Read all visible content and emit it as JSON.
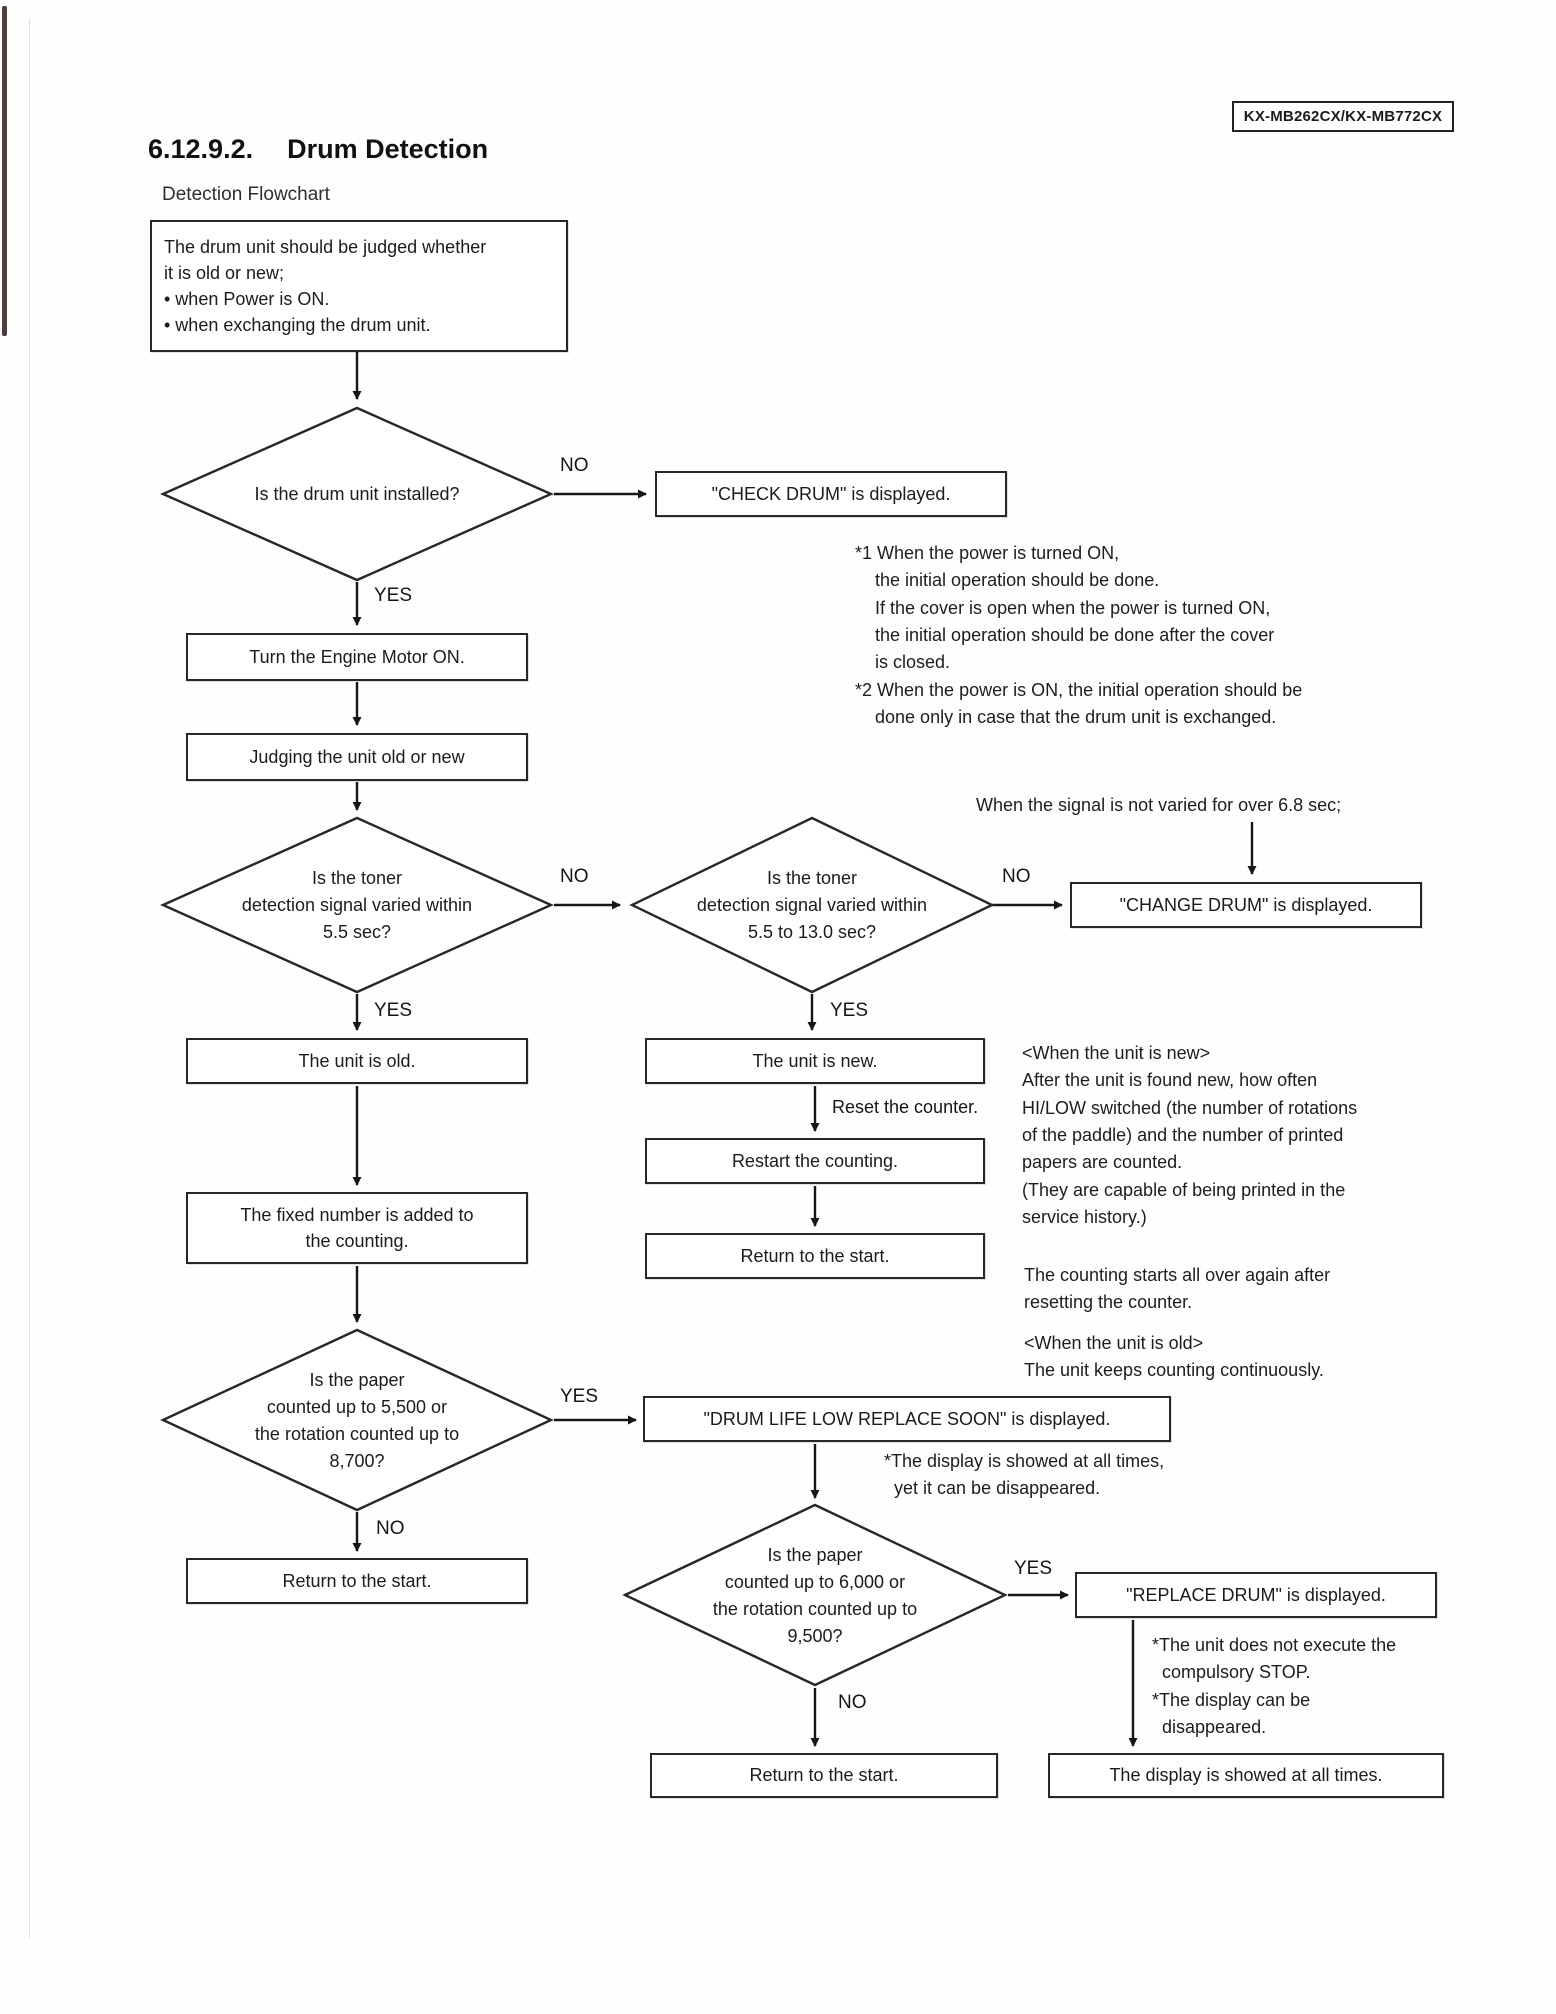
{
  "page": {
    "model_header": "KX-MB262CX/KX-MB772CX",
    "section_number": "6.12.9.2.",
    "section_name": "Drum Detection",
    "flowchart_label": "Detection Flowchart"
  },
  "nodes": {
    "start": "The drum unit should be judged whether\nit is old or new;\n• when Power is ON.\n• when exchanging the drum unit.",
    "d1": "Is the drum unit installed?",
    "check_drum": "\"CHECK DRUM\" is displayed.",
    "engine_motor": "Turn the Engine Motor ON.",
    "judging": "Judging the unit old or new",
    "d2": "Is the toner\ndetection signal varied within\n5.5 sec?",
    "d3": "Is the toner\ndetection signal varied within\n5.5 to 13.0 sec?",
    "change_drum": "\"CHANGE DRUM\" is displayed.",
    "unit_old": "The unit is old.",
    "unit_new": "The unit is new.",
    "restart_counting": "Restart the counting.",
    "return_start_1": "Return to the start.",
    "fixed_number": "The fixed number is added to\nthe counting.",
    "d4": "Is the paper\ncounted up to 5,500 or\nthe rotation counted up to\n8,700?",
    "drum_life_low": "\"DRUM LIFE LOW REPLACE SOON\" is displayed.",
    "return_start_2": "Return to the start.",
    "d5": "Is the paper\ncounted up to 6,000 or\nthe rotation counted up to\n9,500?",
    "replace_drum": "\"REPLACE DRUM\" is displayed.",
    "return_start_3": "Return to the start.",
    "display_all_times": "The display is showed at all times."
  },
  "edge_labels": {
    "d1_no": "NO",
    "d1_yes": "YES",
    "d2_no": "NO",
    "d2_yes": "YES",
    "d3_no": "NO",
    "d3_yes": "YES",
    "d4_yes": "YES",
    "d4_no": "NO",
    "d5_yes": "YES",
    "d5_no": "NO",
    "reset_counter": "Reset the counter."
  },
  "notes": {
    "power_notes": "*1 When the power is turned ON,\n    the initial operation should be done.\n    If the cover is open when the power is turned ON,\n    the initial operation should be done after the cover\n    is closed.\n*2 When the power is ON, the initial operation should be\n    done only in case that the drum unit is exchanged.",
    "signal_not_varied": "When the signal is not varied for over 6.8 sec;",
    "when_new": "<When the unit is new>\nAfter the unit is found new, how often\nHI/LOW switched (the number of rotations\nof the paddle) and the number of printed\npapers are counted.\n(They are capable of being printed in the\nservice history.)",
    "counting_restarts": "The counting starts all over again after\nresetting the counter.",
    "when_old": "<When the unit is old>\nThe unit keeps counting continuously.",
    "display_showed": "*The display is showed at all times,\n  yet it can be disappeared.",
    "no_stop": "*The unit does not execute the\n  compulsory STOP.\n*The display can be\n  disappeared."
  },
  "colors": {
    "ink": "#1b1b1b",
    "paper": "#fefefe",
    "line": "#161616"
  }
}
